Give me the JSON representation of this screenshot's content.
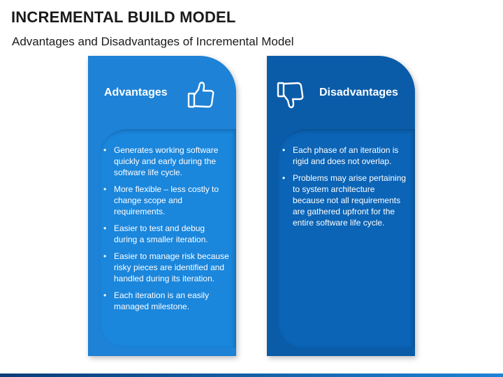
{
  "title": "INCREMENTAL BUILD MODEL",
  "subtitle": "Advantages and Disadvantages of Incremental Model",
  "colors": {
    "advantages_panel": "#1e82d6",
    "disadvantages_panel": "#0a5ca8",
    "text": "#1a1a1a"
  },
  "advantages": {
    "label": "Advantages",
    "icon": "thumbs-up-icon",
    "items": [
      "Generates working software quickly and early during the software life cycle.",
      "More flexible – less costly to change scope and requirements.",
      "Easier to test and debug during a smaller iteration.",
      "Easier to manage risk because risky pieces are identified and handled during its iteration.",
      "Each iteration is an easily managed milestone."
    ]
  },
  "disadvantages": {
    "label": "Disadvantages",
    "icon": "thumbs-down-icon",
    "items": [
      "Each phase of an iteration is rigid and does not overlap.",
      "Problems may arise pertaining to system architecture because not all requirements are gathered upfront for the entire software life cycle."
    ]
  }
}
